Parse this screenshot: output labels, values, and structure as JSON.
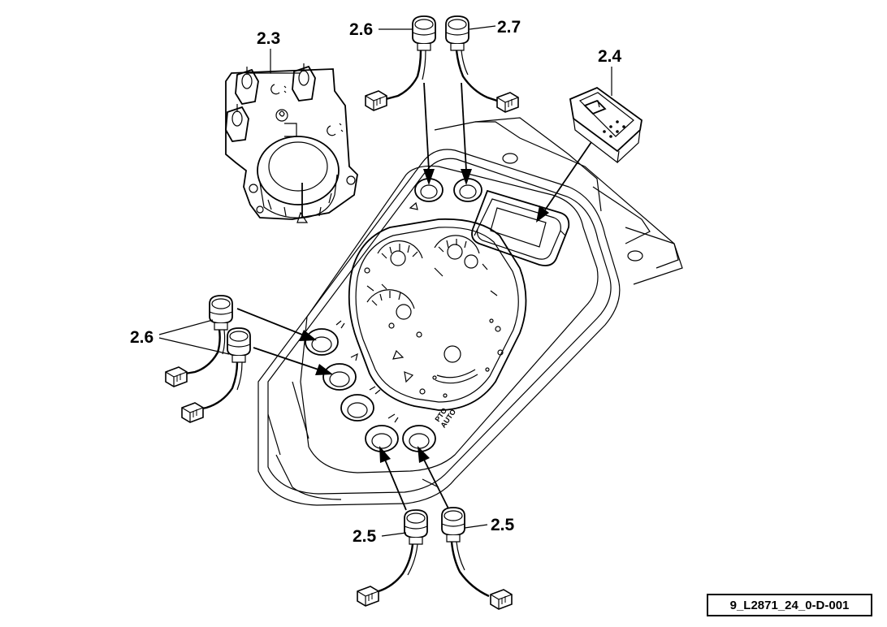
{
  "callouts": {
    "c23": "2.3",
    "c24": "2.4",
    "c25a": "2.5",
    "c25b": "2.5",
    "c26a": "2.6",
    "c26b": "2.6",
    "c27": "2.7"
  },
  "panel_labels": {
    "pto_line1": "PTO",
    "pto_line2": "AUTO"
  },
  "reference": "9_L2871_24_0-D-001",
  "colors": {
    "ink": "#000000",
    "paper": "#ffffff"
  }
}
